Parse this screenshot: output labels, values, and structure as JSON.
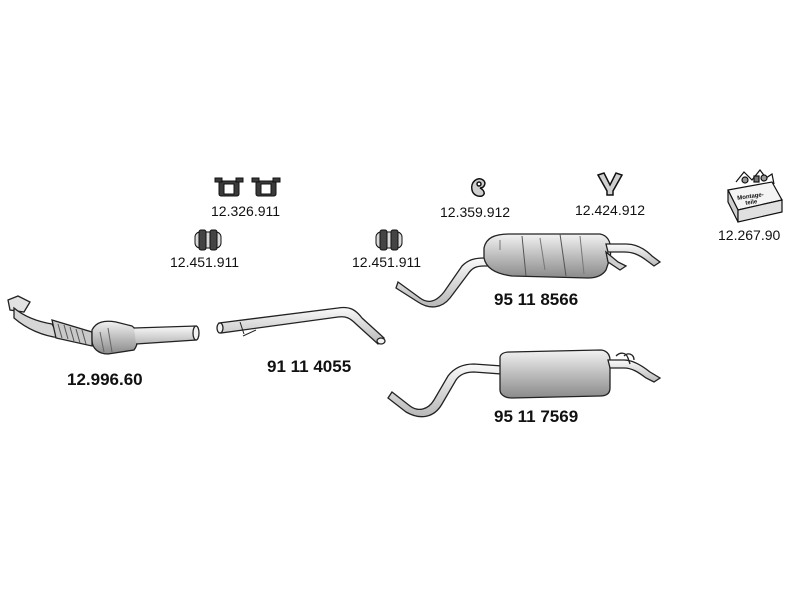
{
  "parts": [
    {
      "id": "clamp_a",
      "number": "12.326.911",
      "icon": "clamp-icon"
    },
    {
      "id": "clamp_b",
      "number": "12.451.911",
      "icon": "clamp-icon"
    },
    {
      "id": "clamp_c",
      "number": "12.451.911",
      "icon": "clamp-icon"
    },
    {
      "id": "mount_rubber",
      "number": "12.359.912",
      "icon": "rubber-mount-icon"
    },
    {
      "id": "y_bracket",
      "number": "12.424.912",
      "icon": "bracket-icon"
    },
    {
      "id": "mounting_kit",
      "number": "12.267.90",
      "icon": "mounting-kit-icon",
      "kit_text": "Montage-\nteile"
    },
    {
      "id": "catalyst",
      "number": "12.996.60",
      "icon": "catalytic-converter-icon"
    },
    {
      "id": "middle_pipe",
      "number": "91 11 4055",
      "icon": "pipe-icon"
    },
    {
      "id": "rear_silencer_a",
      "number": "95 11 8566",
      "icon": "rear-silencer-icon"
    },
    {
      "id": "rear_silencer_b",
      "number": "95 11 7569",
      "icon": "rear-silencer-icon"
    }
  ],
  "colors": {
    "line": "#333333",
    "fill": "#e6e6e6",
    "shade": "#b5b5b5",
    "dark": "#555555"
  }
}
